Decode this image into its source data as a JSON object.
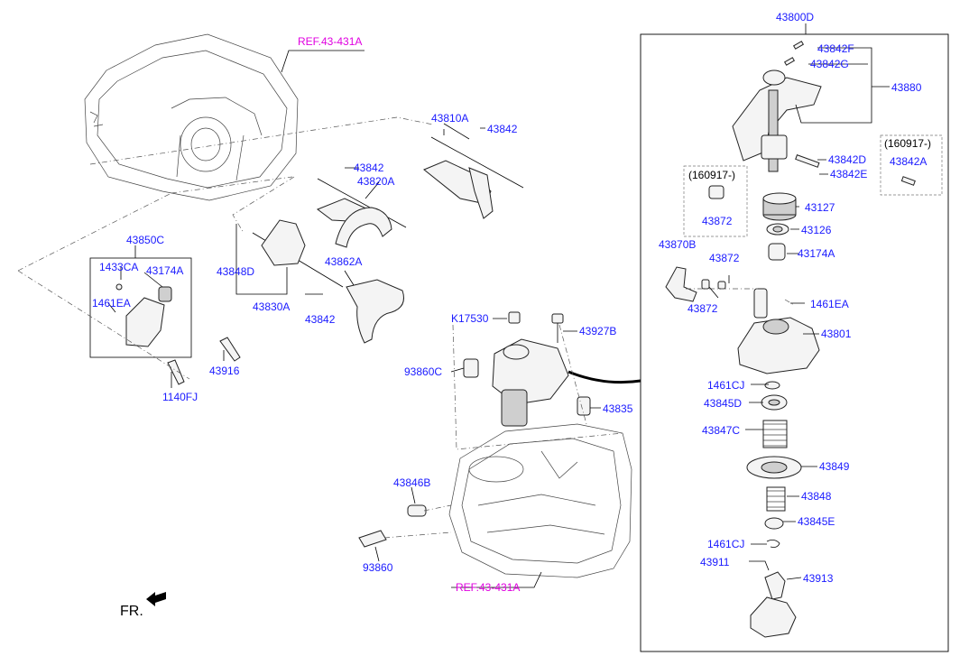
{
  "labels": {
    "ref_top": "REF.43-431A",
    "ref_bottom": "REF.43-431A",
    "l_43800D": "43800D",
    "l_43842F": "43842F",
    "l_43842G": "43842G",
    "l_43880": "43880",
    "l_43842D": "43842D",
    "l_43842E": "43842E",
    "l_160917_a": "(160917-)",
    "l_43842A": "43842A",
    "l_160917_b": "(160917-)",
    "l_43872_box": "43872",
    "l_43127": "43127",
    "l_43126": "43126",
    "l_43174A_r": "43174A",
    "l_43870B": "43870B",
    "l_43872_a": "43872",
    "l_43872_b": "43872",
    "l_1461EA_r": "1461EA",
    "l_43801": "43801",
    "l_1461CJ_a": "1461CJ",
    "l_43845D": "43845D",
    "l_43847C": "43847C",
    "l_43849": "43849",
    "l_43848": "43848",
    "l_43845E": "43845E",
    "l_1461CJ_b": "1461CJ",
    "l_43911": "43911",
    "l_43913": "43913",
    "l_43810A": "43810A",
    "l_43842_a": "43842",
    "l_43842_b": "43842",
    "l_43820A": "43820A",
    "l_43848D": "43848D",
    "l_43862A": "43862A",
    "l_43830A": "43830A",
    "l_43842_c": "43842",
    "l_43850C": "43850C",
    "l_1433CA": "1433CA",
    "l_43174A_l": "43174A",
    "l_1461EA_l": "1461EA",
    "l_43916": "43916",
    "l_1140FJ": "1140FJ",
    "l_K17530": "K17530",
    "l_43927B": "43927B",
    "l_93860C": "93860C",
    "l_43835": "43835",
    "l_43846B": "43846B",
    "l_93860": "93860",
    "fr": "FR."
  },
  "colors": {
    "part_number": "#1a1aff",
    "reference": "#e000e0",
    "line": "#000000"
  }
}
